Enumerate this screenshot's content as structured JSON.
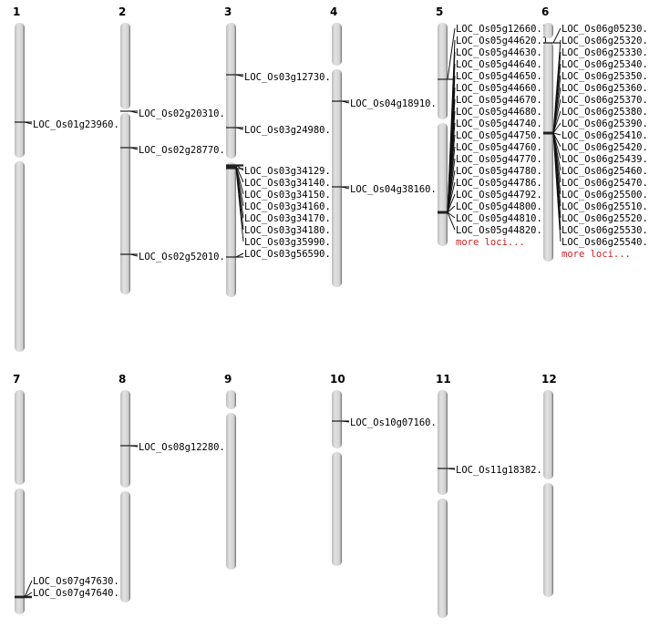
{
  "colors": {
    "chromosome": "#d4d4d4",
    "marker": "#000000",
    "more": "#d02020"
  },
  "chromosomes": [
    {
      "name": "1",
      "loci": [
        "LOC_Os01g23960.1"
      ]
    },
    {
      "name": "2",
      "loci": [
        "LOC_Os02g20310.1",
        "LOC_Os02g28770.1",
        "LOC_Os02g52010.1"
      ]
    },
    {
      "name": "3",
      "loci": [
        "LOC_Os03g12730.1",
        "LOC_Os03g24980.1",
        "LOC_Os03g34129.1",
        "LOC_Os03g34140.1",
        "LOC_Os03g34150.1",
        "LOC_Os03g34160.1",
        "LOC_Os03g34170.1",
        "LOC_Os03g34180.1",
        "LOC_Os03g35990.1",
        "LOC_Os03g56590.1"
      ]
    },
    {
      "name": "4",
      "loci": [
        "LOC_Os04g18910.1",
        "LOC_Os04g38160.1"
      ]
    },
    {
      "name": "5",
      "loci": [
        "LOC_Os05g12660.1",
        "LOC_Os05g44620.1",
        "LOC_Os05g44630.1",
        "LOC_Os05g44640.1",
        "LOC_Os05g44650.1",
        "LOC_Os05g44660.1",
        "LOC_Os05g44670.1",
        "LOC_Os05g44680.1",
        "LOC_Os05g44740.1",
        "LOC_Os05g44750.1",
        "LOC_Os05g44760.1",
        "LOC_Os05g44770.1",
        "LOC_Os05g44780.1",
        "LOC_Os05g44786.1",
        "LOC_Os05g44792.1",
        "LOC_Os05g44800.1",
        "LOC_Os05g44810.1",
        "LOC_Os05g44820.1"
      ],
      "more": "more loci..."
    },
    {
      "name": "6",
      "loci": [
        "LOC_Os06g05230.1",
        "LOC_Os06g25320.1",
        "LOC_Os06g25330.1",
        "LOC_Os06g25340.1",
        "LOC_Os06g25350.1",
        "LOC_Os06g25360.1",
        "LOC_Os06g25370.1",
        "LOC_Os06g25380.1",
        "LOC_Os06g25390.1",
        "LOC_Os06g25410.1",
        "LOC_Os06g25420.1",
        "LOC_Os06g25439.1",
        "LOC_Os06g25460.1",
        "LOC_Os06g25470.1",
        "LOC_Os06g25500.1",
        "LOC_Os06g25510.1",
        "LOC_Os06g25520.1",
        "LOC_Os06g25530.1",
        "LOC_Os06g25540.1"
      ],
      "more": "more loci..."
    },
    {
      "name": "7",
      "loci": [
        "LOC_Os07g47630.1",
        "LOC_Os07g47640.1"
      ]
    },
    {
      "name": "8",
      "loci": [
        "LOC_Os08g12280.1"
      ]
    },
    {
      "name": "9",
      "loci": []
    },
    {
      "name": "10",
      "loci": [
        "LOC_Os10g07160.1"
      ]
    },
    {
      "name": "11",
      "loci": [
        "LOC_Os11g18382.1"
      ]
    },
    {
      "name": "12",
      "loci": []
    }
  ]
}
